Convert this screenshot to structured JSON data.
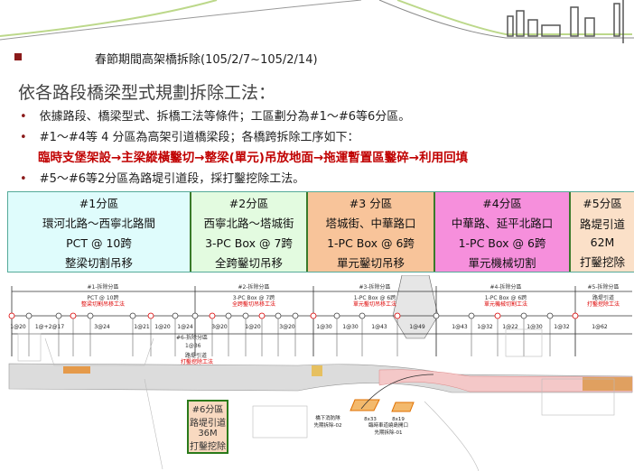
{
  "title": "春節期間高架橋拆除(105/2/7~105/2/14)",
  "heading": "依各路段橋梁型式規劃拆除工法：",
  "bullets": [
    "依據路段、橋梁型式、拆橋工法等條件；工區劃分為#1～#6等6分區。",
    "#1～#4等 4 分區為高架引道橋梁段；各橋跨拆除工序如下：",
    "#5～#6等2分區為路堤引道段，採打鑿挖除工法。"
  ],
  "process": "臨時支堡架設→主梁縱橫鑿切→整梁(單元)吊放地面→拖運暫置區鑿碎→利用回填",
  "zones": [
    {
      "name": "#1分區",
      "road": "環河北路～西寧北路間",
      "type": "PCT @ 10跨",
      "method": "整梁切割吊移",
      "color": "#dffcfc"
    },
    {
      "name": "#2分區",
      "road": "西寧北路～塔城街",
      "type": "3-PC Box @ 7跨",
      "method": "全跨鑿切吊移",
      "color": "#e3fbe0"
    },
    {
      "name": "#3 分區",
      "road": "塔城街、中華路口",
      "type": "1-PC Box @ 6跨",
      "method": "單元鑿切吊移",
      "color": "#f8c49a"
    },
    {
      "name": "#4分區",
      "road": "中華路、延平北路口",
      "type": "1-PC Box @ 6跨",
      "method": "單元機械切割",
      "color": "#f68fdc"
    },
    {
      "name": "#5分區",
      "road": "路堤引道",
      "type": "62M",
      "method": "打鑿挖除",
      "color": "#fbe0c8"
    }
  ],
  "zone6": {
    "name": "#6分區",
    "road": "路堤引道",
    "type": "36M",
    "method": "打鑿挖除"
  },
  "drawing": {
    "zone_headers": [
      {
        "label": "#1-拆除分區",
        "type": "PCT @ 10跨",
        "method": "整梁切割吊移工法"
      },
      {
        "label": "#2-拆除分區",
        "type": "3-PC Box @ 7跨",
        "method": "全跨鑿切吊移工法"
      },
      {
        "label": "#3-拆除分區",
        "type": "1-PC Box @ 6跨",
        "method": "單元鑿切吊移工法"
      },
      {
        "label": "#4-拆除分區",
        "type": "1-PC Box @ 6跨",
        "method": "單元機械切割工法"
      },
      {
        "label": "#5-拆除分區",
        "type": "路堤引道",
        "method": "打鑿挖除工法"
      }
    ],
    "spans": [
      "1@20",
      "1@+2@17",
      "3@24",
      "1@21",
      "1@20",
      "1@24",
      "3@20",
      "1@20",
      "3@20",
      "1@30",
      "1@30",
      "1@43",
      "1@49",
      "1@43",
      "1@32",
      "1@22",
      "1@30",
      "1@32",
      "1@62"
    ],
    "zone6_label": {
      "label": "#6-拆除分區",
      "span": "1@36",
      "type": "路堤引道",
      "method": "打鑿挖除工法"
    },
    "notes": [
      "橋下消防隊",
      "先期拆除-02",
      "8x33",
      "8x19",
      "臨時車道繞島開口",
      "先期拆除-01"
    ]
  }
}
